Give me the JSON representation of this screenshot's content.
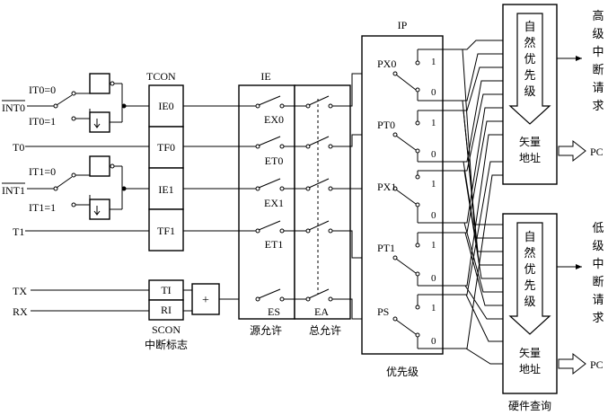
{
  "inputs": {
    "int0": "INT0",
    "t0": "T0",
    "int1": "INT1",
    "t1": "T1",
    "tx": "TX",
    "rx": "RX"
  },
  "it_labels": {
    "it0_0": "IT0=0",
    "it0_1": "IT0=1",
    "it1_0": "IT1=0",
    "it1_1": "IT1=1"
  },
  "tcon": {
    "title": "TCON",
    "cells": [
      "IE0",
      "TF0",
      "IE1",
      "TF1"
    ]
  },
  "scon": {
    "cells": [
      "TI",
      "RI"
    ],
    "caption_line1": "SCON",
    "caption_line2": "中断标志",
    "or_symbol": "+"
  },
  "ie": {
    "title": "IE",
    "source_labels": [
      "EX0",
      "ET0",
      "EX1",
      "ET1",
      "ES"
    ],
    "global_label": "EA",
    "caption_source": "源允许",
    "caption_global": "总允许"
  },
  "ip": {
    "title": "IP",
    "labels": [
      "PX0",
      "PT0",
      "PX1",
      "PT1",
      "PS"
    ],
    "one": "1",
    "zero": "0",
    "caption": "优先级"
  },
  "query": {
    "chars": [
      "自",
      "然",
      "优",
      "先",
      "级"
    ],
    "vec_line1": "矢量",
    "vec_line2": "地址",
    "pc": "PC",
    "caption": "硬件查询"
  },
  "requests": {
    "high": [
      "高",
      "级",
      "中",
      "断",
      "请",
      "求"
    ],
    "low": [
      "低",
      "级",
      "中",
      "断",
      "请",
      "求"
    ]
  }
}
